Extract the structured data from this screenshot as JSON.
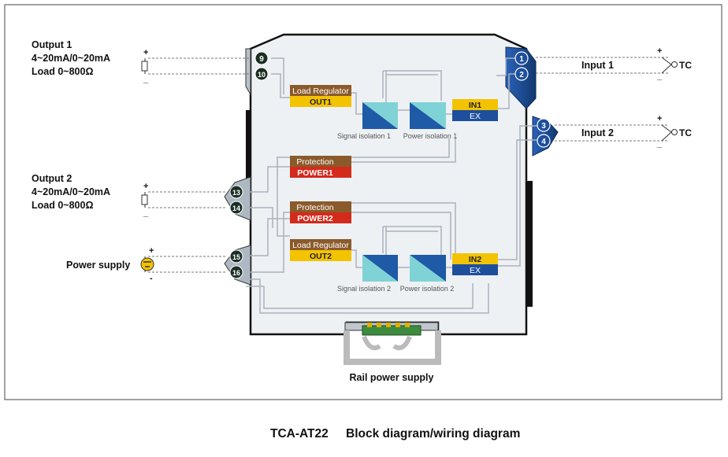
{
  "left_labels": {
    "output1": {
      "title": "Output 1",
      "range": "4~20mA/0~20mA",
      "load": "Load 0~800Ω"
    },
    "output2": {
      "title": "Output 2",
      "range": "4~20mA/0~20mA",
      "load": "Load 0~800Ω"
    },
    "power_supply": "Power supply"
  },
  "right_labels": {
    "input1": "Input 1",
    "input2": "Input 2",
    "tc1": "TC",
    "tc2": "TC"
  },
  "polarity": {
    "plus": "+",
    "minus": "_",
    "minus_dash": "-"
  },
  "terminals": {
    "t9": "9",
    "t10": "10",
    "t13": "13",
    "t14": "14",
    "t15": "15",
    "t16": "16",
    "t1": "1",
    "t2": "2",
    "t3": "3",
    "t4": "4"
  },
  "blocks": {
    "load_regulator_1": "Load Regulator",
    "out1": "OUT1",
    "protection_1": "Protection",
    "power1": "POWER1",
    "protection_2": "Protection",
    "power2": "POWER2",
    "load_regulator_2": "Load Regulator",
    "out2": "OUT2",
    "in1": "IN1",
    "ex1": "EX",
    "in2": "IN2",
    "ex2": "EX",
    "signal_isolation_1": "Signal isolation 1",
    "power_isolation_1": "Power isolation 1",
    "signal_isolation_2": "Signal isolation 2",
    "power_isolation_2": "Power isolation 2"
  },
  "rail_label": "Rail power supply",
  "caption": {
    "model": "TCA-AT22",
    "title": "Block diagram/wiring diagram"
  },
  "colors": {
    "brown": "#8b5a2b",
    "yellow": "#f3c300",
    "red": "#d42a1c",
    "blue": "#1d4f9c",
    "cyan": "#7fd3d6",
    "module_body": "#eef1f4",
    "grey_terminal": "#9aa6b2"
  }
}
